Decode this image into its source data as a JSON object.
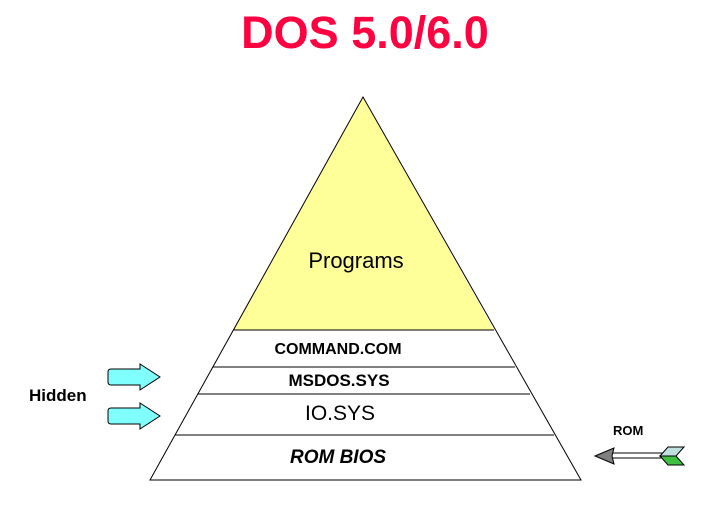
{
  "title": "DOS 5.0/6.0",
  "layers": {
    "programs": "Programs",
    "command": "COMMAND.COM",
    "msdos": "MSDOS.SYS",
    "io": "IO.SYS",
    "bios": "ROM BIOS"
  },
  "annotations": {
    "hidden": "Hidden",
    "rom": "ROM"
  },
  "colors": {
    "title": "#ff0040",
    "programs_fill": "#ffff99",
    "hidden_arrow": "#80ffff",
    "rom_arrow_head": "#808080",
    "rom_arrow_fletch": "#40c040"
  }
}
